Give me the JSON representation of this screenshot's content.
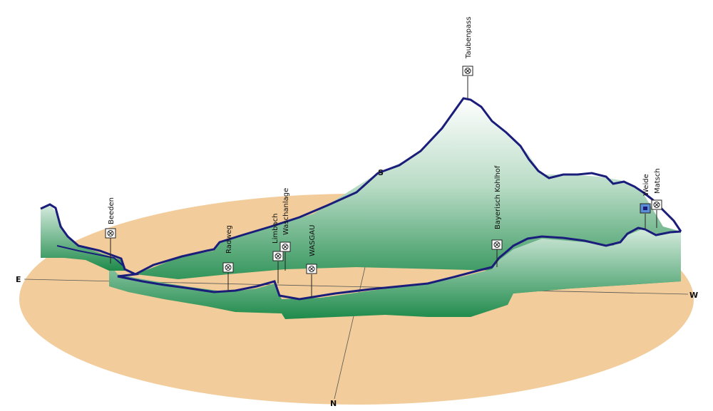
{
  "compass": {
    "east": "E",
    "west": "W",
    "north": "N",
    "south": "S"
  },
  "waypoints": [
    {
      "id": "beeden",
      "label": "Beeden",
      "icon": "waypoint-marker-icon",
      "selected": false
    },
    {
      "id": "radweg",
      "label": "Radweg",
      "icon": "waypoint-marker-icon",
      "selected": false
    },
    {
      "id": "limbach",
      "label": "Limbach",
      "icon": "waypoint-marker-icon",
      "selected": false
    },
    {
      "id": "waschanlage",
      "label": "Waschanlage",
      "icon": "waypoint-marker-icon",
      "selected": false
    },
    {
      "id": "wasgau",
      "label": "WASGAU",
      "icon": "waypoint-marker-icon",
      "selected": false
    },
    {
      "id": "bayerisch-kohlhof",
      "label": "Bayerisch Kohlhof",
      "icon": "waypoint-marker-icon",
      "selected": false
    },
    {
      "id": "taubenpass",
      "label": "Taubenpass",
      "icon": "waypoint-marker-icon",
      "selected": false
    },
    {
      "id": "weide",
      "label": "Weide",
      "icon": "waypoint-marker-icon",
      "selected": true
    },
    {
      "id": "matsch",
      "label": "Matsch",
      "icon": "waypoint-marker-icon",
      "selected": false
    }
  ],
  "colors": {
    "ground": "#f2cc9a",
    "track": "#1a1d7a",
    "curtain_top": "#ffffff",
    "curtain_bottom": "#1e8a4a",
    "axis": "#555555",
    "marker_selected": "#5a8fd8"
  }
}
